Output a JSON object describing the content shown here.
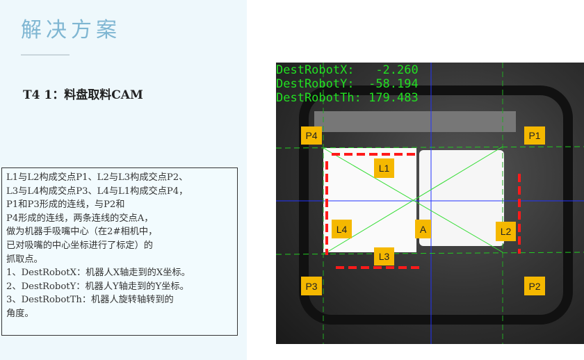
{
  "title": "解决方案",
  "subtitle": "T4 1：料盘取料CAM",
  "description": [
    "L1与L2构成交点P1、L2与L3构成交点P2、",
    "L3与L4构成交点P3、L4与L1构成交点P4，",
    "P1和P3形成的连线，与P2和",
    "P4形成的连线，两条连线的交点A，",
    "做为机器手吸嘴中心（在2#相机中，",
    "已对吸嘴的中心坐标进行了标定）的",
    "抓取点。",
    "1、DestRobotX：机器人X轴走到的X坐标。",
    "2、DestRobotY：机器人Y轴走到的Y坐标。",
    "3、DestRobotTh：机器人旋转轴转到的",
    "角度。"
  ],
  "readout": {
    "x_label": "DestRobotX:",
    "x_value": "-2.260",
    "y_label": "DestRobotY:",
    "y_value": "-58.194",
    "th_label": "DestRobotTh:",
    "th_value": "179.483"
  },
  "labels": {
    "p1": "P1",
    "p2": "P2",
    "p3": "P3",
    "p4": "P4",
    "l1": "L1",
    "l2": "L2",
    "l3": "L3",
    "l4": "L4",
    "a": "A"
  },
  "colors": {
    "label_bg": "#f5b800",
    "readout": "#22e022",
    "edge": "#ff1a1a",
    "crosshair": "#2233ff"
  }
}
